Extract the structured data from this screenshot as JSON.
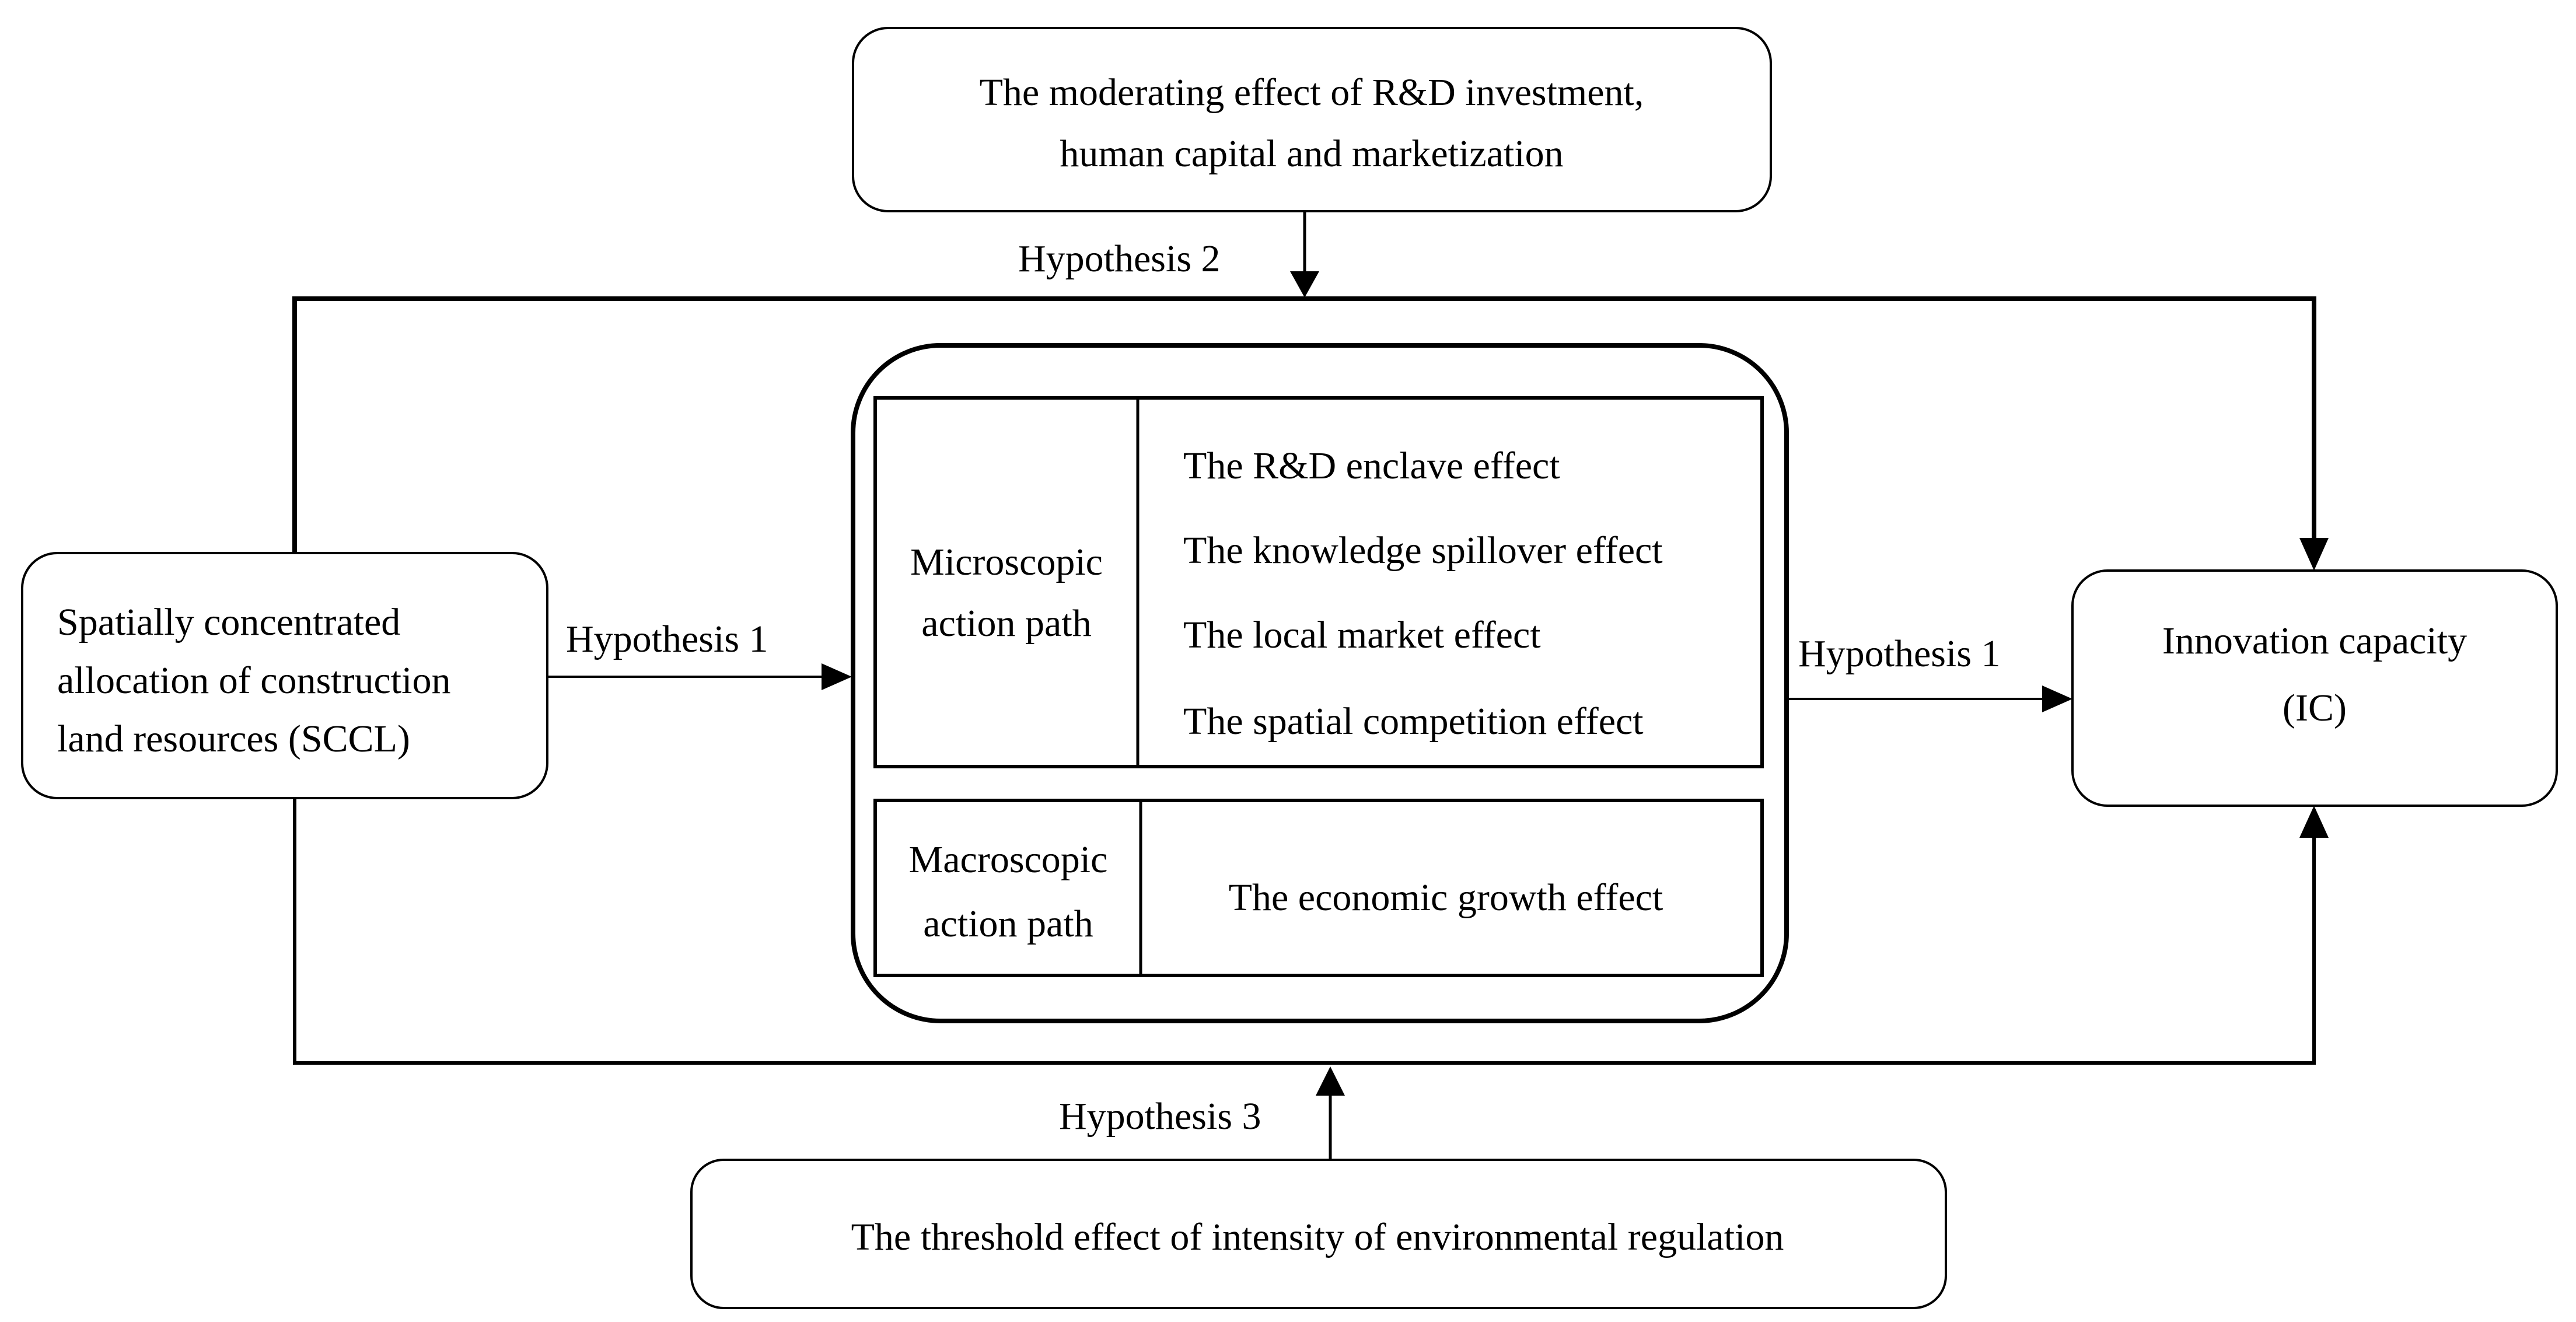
{
  "moderating_box": {
    "line1": "The moderating effect of R&D investment,",
    "line2": "human capital and marketization"
  },
  "threshold_box": {
    "text": "The threshold effect of intensity of environmental regulation"
  },
  "sccl_box": {
    "line1": "Spatially concentrated",
    "line2": "allocation of construction",
    "line3": "land resources (SCCL)"
  },
  "ic_box": {
    "line1": "Innovation capacity",
    "line2": "(IC)"
  },
  "hypotheses": {
    "h1_left": "Hypothesis 1",
    "h1_right": "Hypothesis 1",
    "h2": "Hypothesis 2",
    "h3": "Hypothesis 3"
  },
  "micro": {
    "label_line1": "Microscopic",
    "label_line2": "action path",
    "effects": [
      "The R&D enclave effect",
      "The knowledge spillover effect",
      "The local market effect",
      "The spatial competition effect"
    ]
  },
  "macro": {
    "label_line1": "Macroscopic",
    "label_line2": "action path",
    "effect": "The economic growth effect"
  }
}
